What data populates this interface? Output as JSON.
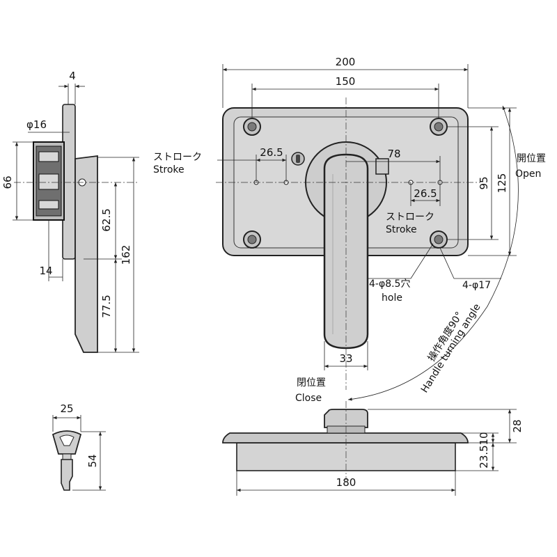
{
  "dimensions": {
    "d200": "200",
    "d150": "150",
    "d26_5_top": "26.5",
    "d78": "78",
    "d26_5_right": "26.5",
    "d95": "95",
    "d125": "125",
    "d33": "33",
    "d4": "4",
    "d_phi16": "φ16",
    "d66": "66",
    "d14": "14",
    "d62_5": "62.5",
    "d77_5": "77.5",
    "d162": "162",
    "d25": "25",
    "d54": "54",
    "d180": "180",
    "d28": "28",
    "d10": "10",
    "d23_5": "23.5"
  },
  "labels": {
    "stroke_jp_left": "ストローク",
    "stroke_en_left": "Stroke",
    "stroke_jp_right": "ストローク",
    "stroke_en_right": "Stroke",
    "open_jp": "開位置",
    "open_en": "Open",
    "close_jp": "閉位置",
    "close_en": "Close",
    "hole_jp": "4-φ8.5穴",
    "hole_en": "hole",
    "hole_dia": "4-φ17",
    "angle_jp": "操作角度90°",
    "angle_en": "Handle turning angle"
  }
}
